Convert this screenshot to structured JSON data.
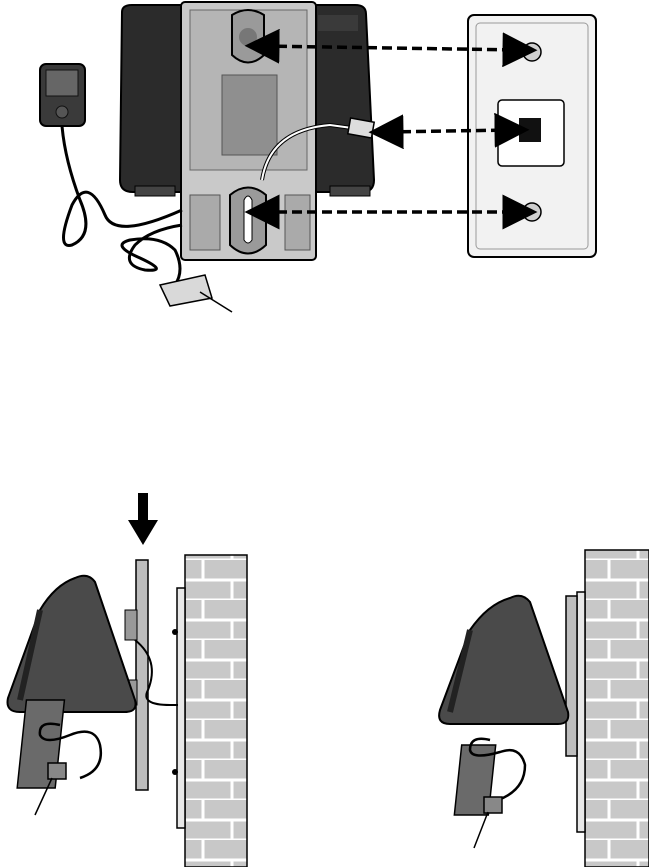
{
  "colors": {
    "background": "#ffffff",
    "unit_dark": "#2b2b2b",
    "unit_mid": "#555555",
    "bracket_light": "#c9c9c9",
    "bracket_mid": "#9a9a9a",
    "wallplate": "#f2f2f2",
    "wall_brick": "#c8c8c8",
    "mortar": "#ffffff",
    "line": "#000000"
  },
  "diagram": {
    "panels": [
      {
        "id": "top",
        "depicts": [
          "base-unit-rear",
          "wall-mount-bracket",
          "wall-plate",
          "handset-charger",
          "power-adapter"
        ]
      },
      {
        "id": "bottom-left",
        "depicts": [
          "telephone-side",
          "bracket-side",
          "brick-wall",
          "down-arrow",
          "power-adapter"
        ]
      },
      {
        "id": "bottom-right",
        "depicts": [
          "telephone-side",
          "bracket-side",
          "brick-wall",
          "power-adapter"
        ]
      }
    ],
    "arrows": [
      {
        "from": "wallplate-upper-screw",
        "to": "bracket-upper-keyhole",
        "style": "dashed-double"
      },
      {
        "from": "wallplate-jack",
        "to": "phone-plug",
        "style": "dashed-double"
      },
      {
        "from": "wallplate-lower-screw",
        "to": "bracket-lower-keyhole",
        "style": "dashed-double"
      }
    ]
  }
}
